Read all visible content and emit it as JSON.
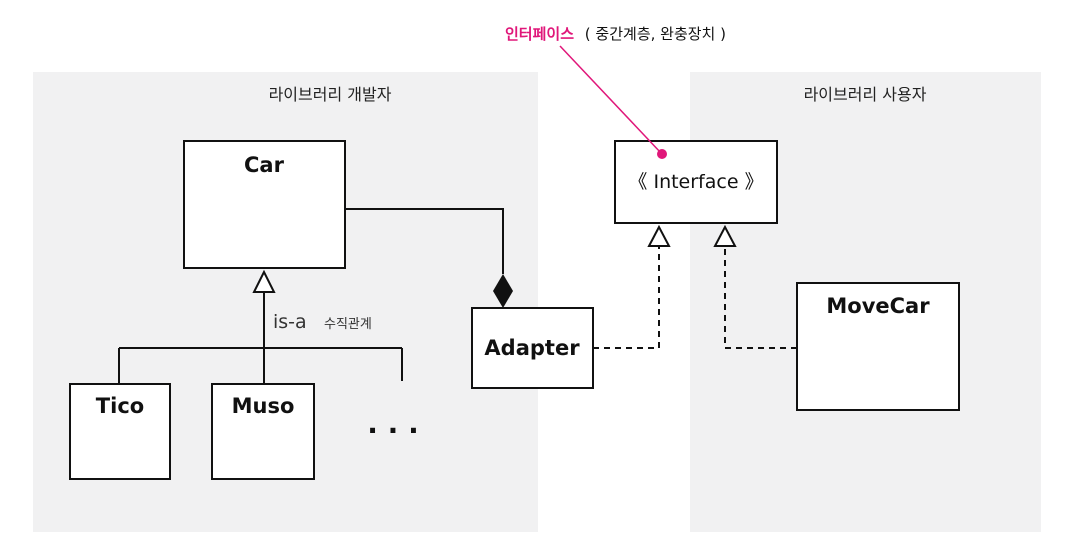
{
  "groups": {
    "developer": {
      "title": "라이브러리 개발자"
    },
    "user": {
      "title": "라이브러리 사용자"
    }
  },
  "classes": {
    "car": "Car",
    "tico": "Tico",
    "muso": "Muso",
    "adapter": "Adapter",
    "movecar": "MoveCar"
  },
  "interface_box": {
    "label": "《 Interface 》"
  },
  "relation": {
    "is_a": "is-a",
    "is_a_desc": "수직관계"
  },
  "ellipsis": "· · ·",
  "callout": {
    "highlight": "인터페이스",
    "note": "( 중간계층, 완충장치 )"
  },
  "colors": {
    "panel": "#f1f1f2",
    "accent": "#e0177a",
    "line": "#111111"
  }
}
